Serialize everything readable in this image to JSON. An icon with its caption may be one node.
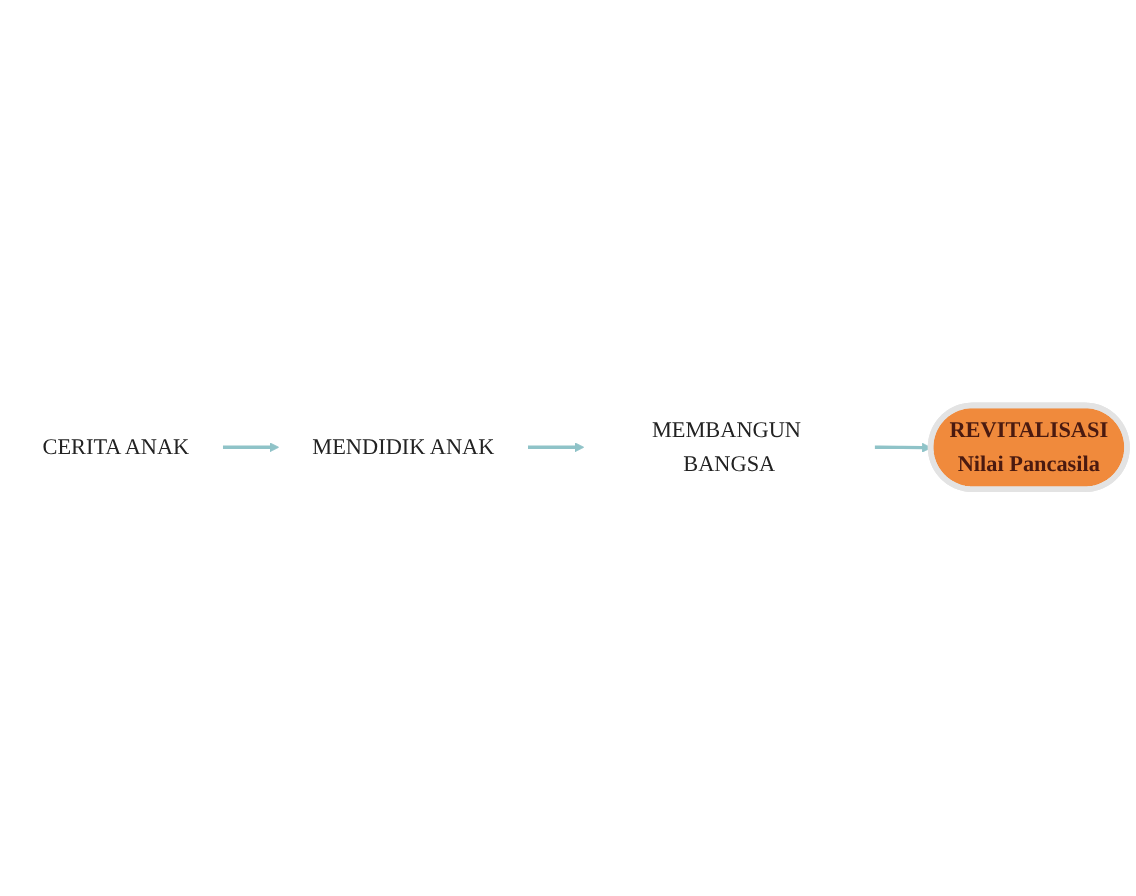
{
  "diagram": {
    "nodes": [
      {
        "text": [
          "CERITA ANAK"
        ]
      },
      {
        "text": [
          "MENDIDIK ANAK"
        ]
      },
      {
        "text": [
          "MEMBANGUN BANGSA"
        ]
      },
      {
        "text": [
          "REVITALISASI",
          "Nilai Pancasila"
        ]
      }
    ],
    "edges": [
      {
        "from": 0,
        "to": 1,
        "arrow": "to"
      },
      {
        "from": 1,
        "to": 2,
        "arrow": "to"
      },
      {
        "from": 2,
        "to": 3,
        "arrow": "to"
      }
    ]
  }
}
